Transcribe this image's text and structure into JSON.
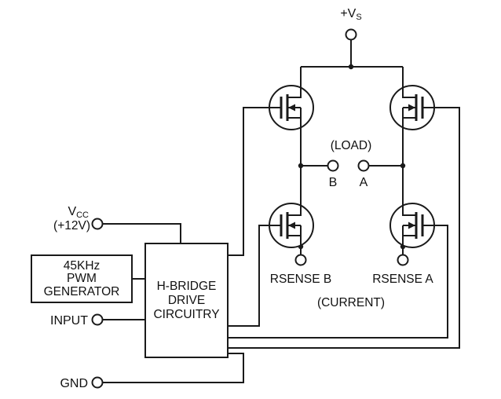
{
  "colors": {
    "stroke": "#1a1a1a",
    "background": "#ffffff",
    "text": "#111111"
  },
  "supply": {
    "prefix": "+V",
    "subscript": "S"
  },
  "load": {
    "label": "(LOAD)",
    "terminal_b_label": "B",
    "terminal_a_label": "A"
  },
  "sense": {
    "rsense_b_label": "RSENSE B",
    "rsense_a_label": "RSENSE A",
    "current_label": "(CURRENT)"
  },
  "vcc": {
    "prefix": "V",
    "subscript": "CC",
    "voltage_label": "(+12V)"
  },
  "pwm_generator": {
    "line1": "45KHz",
    "line2": "PWM",
    "line3": "GENERATOR"
  },
  "hbridge": {
    "line1": "H-BRIDGE",
    "line2": "DRIVE",
    "line3": "CIRCUITRY"
  },
  "input_label": "INPUT",
  "gnd_label": "GND"
}
